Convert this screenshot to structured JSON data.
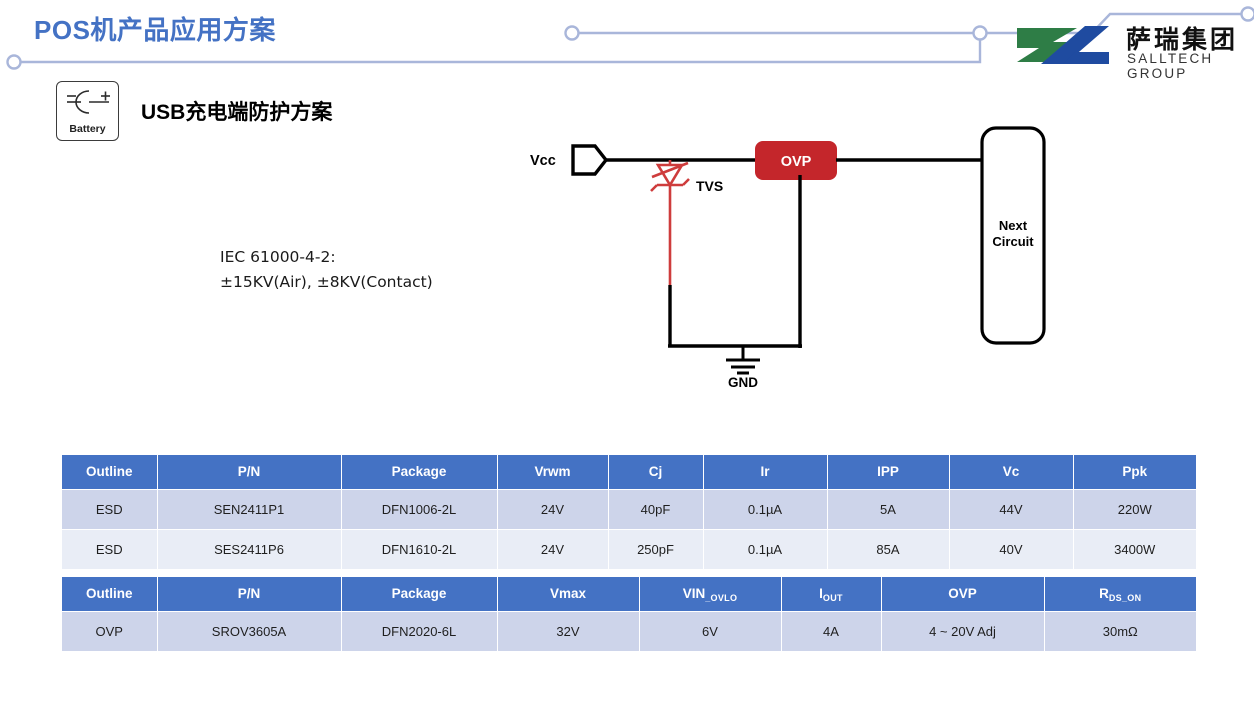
{
  "header": {
    "title": "POS机产品应用方案",
    "title_color": "#4472C4",
    "deco_line_color": "#A9B6DA",
    "logo": {
      "cn_name": "萨瑞集团",
      "en_name": "SALLTECH GROUP",
      "green": "#2E7D46",
      "blue": "#1F4BA0"
    }
  },
  "section": {
    "battery_icon_label": "Battery",
    "heading_latin": "USB",
    "heading_cn": "充电端防护方案"
  },
  "note": {
    "line1": "IEC 61000-4-2:",
    "line2": "±15KV(Air), ±8KV(Contact)"
  },
  "circuit": {
    "vcc_label": "Vcc",
    "tvs_label": "TVS",
    "ovp_label": "OVP",
    "gnd_label": "GND",
    "next_circuit_line1": "Next",
    "next_circuit_line2": "Circuit",
    "ovp_fill": "#C4262B",
    "tvs_color": "#CE3C3C",
    "wire_color": "#000000"
  },
  "tables": [
    {
      "id": "esd",
      "headers": [
        "Outline",
        "P/N",
        "Package",
        "Vrwm",
        "Cj",
        "Ir",
        "IPP",
        "Vc",
        "Ppk"
      ],
      "rows": [
        [
          "ESD",
          "SEN2411P1",
          "DFN1006-2L",
          "24V",
          "40pF",
          "0.1µA",
          "5A",
          "44V",
          "220W"
        ],
        [
          "ESD",
          "SES2411P6",
          "DFN1610-2L",
          "24V",
          "250pF",
          "0.1µA",
          "85A",
          "40V",
          "3400W"
        ]
      ]
    },
    {
      "id": "ovp",
      "headers_main": [
        "Outline",
        "P/N",
        "Package",
        "Vmax",
        "VIN",
        "I",
        "OVP",
        "R"
      ],
      "headers_sub": [
        "",
        "",
        "",
        "",
        "_OVLO",
        "OUT",
        "",
        "DS_ON"
      ],
      "rows": [
        [
          "OVP",
          "SROV3605A",
          "DFN2020-6L",
          "32V",
          "6V",
          "4A",
          "4 ~ 20V Adj",
          "30mΩ"
        ]
      ]
    }
  ],
  "theme": {
    "header_blue": "#4472C4",
    "row_odd": "#CDD4EA",
    "row_even": "#E9EDF6"
  }
}
